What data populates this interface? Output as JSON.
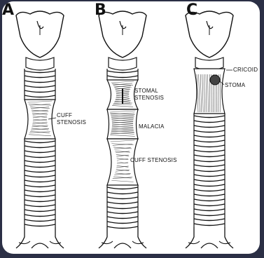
{
  "panels": [
    {
      "letter": "A"
    },
    {
      "letter": "B"
    },
    {
      "letter": "C"
    }
  ],
  "labels": {
    "a_cuff_1": "CUFF",
    "a_cuff_2": "STENOSIS",
    "b_stomal_1": "STOMAL",
    "b_stomal_2": "STENOSIS",
    "b_malacia": "MALACIA",
    "b_cuff": "CUFF STENOSIS",
    "c_cricoid": "CRICOID",
    "c_stoma": "STOMA"
  },
  "colors": {
    "background": "#2b2f45",
    "card": "#ffffff",
    "ink": "#111111"
  }
}
